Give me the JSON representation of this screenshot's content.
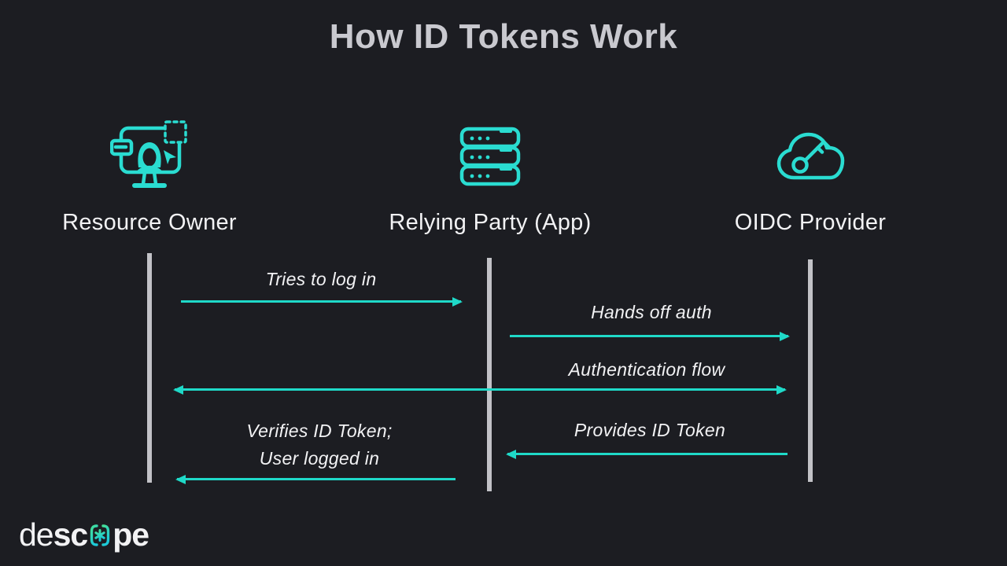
{
  "title": "How ID Tokens Work",
  "actors": [
    {
      "label": "Resource Owner",
      "icon": "monitor-user-icon"
    },
    {
      "label": "Relying Party (App)",
      "icon": "server-stack-icon"
    },
    {
      "label": "OIDC Provider",
      "icon": "cloud-key-icon"
    }
  ],
  "messages": [
    {
      "label": "Tries to log in",
      "from": "Resource Owner",
      "to": "Relying Party (App)",
      "direction": "right"
    },
    {
      "label": "Hands off auth",
      "from": "Relying Party (App)",
      "to": "OIDC Provider",
      "direction": "right"
    },
    {
      "label": "Authentication flow",
      "from": "Resource Owner",
      "to": "OIDC Provider",
      "direction": "both"
    },
    {
      "label": "Provides ID Token",
      "from": "OIDC Provider",
      "to": "Relying Party (App)",
      "direction": "left"
    },
    {
      "label": "Verifies ID Token;\nUser logged in",
      "from": "Relying Party (App)",
      "to": "Resource Owner",
      "direction": "left"
    }
  ],
  "brand": {
    "name": "descope",
    "prefix": "de",
    "bold_sc": "sc",
    "mark": "asterisk-brackets-logo-mark",
    "suffix": "pe"
  },
  "colors": {
    "background": "#1c1d22",
    "accent": "#1fd9c8",
    "icon_teal": "#2adcd1",
    "lifeline_gray": "#c2c2c7",
    "title_gray": "#c9c9cf",
    "text_white": "#f2f2f4",
    "logo_gradient_top": "#45df97",
    "logo_gradient_bottom": "#1cc9d9"
  }
}
